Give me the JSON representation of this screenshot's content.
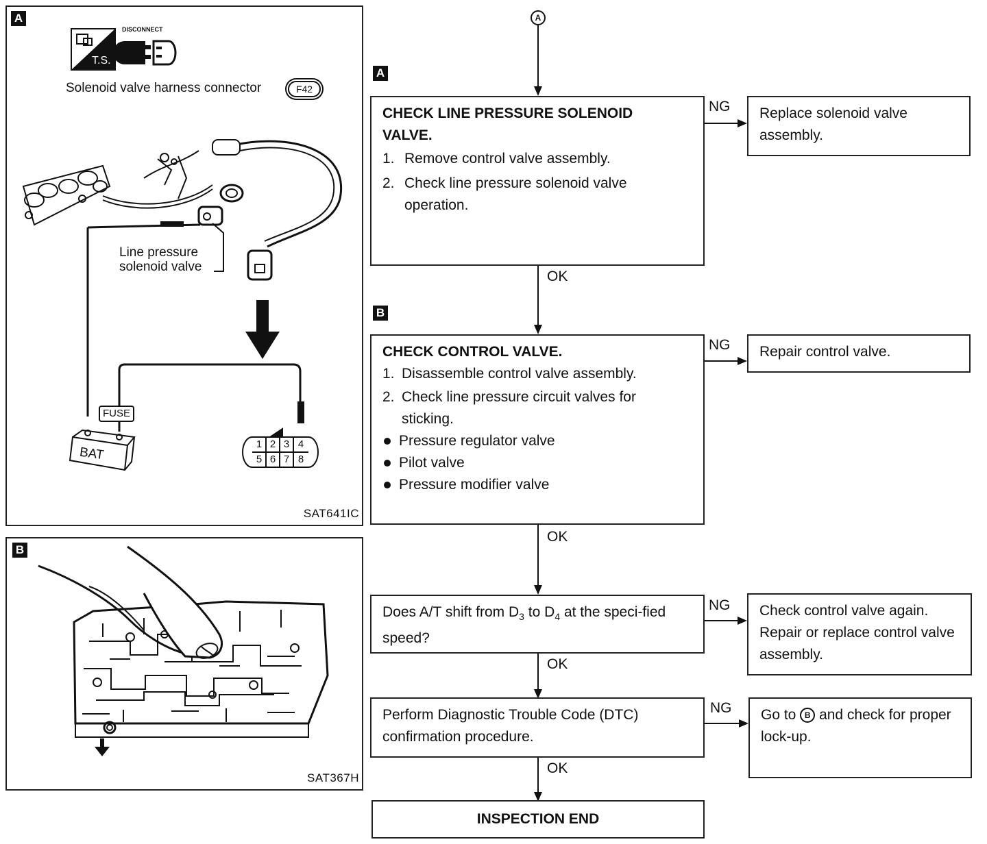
{
  "connector_symbol": "A",
  "panel_a": {
    "tag": "A",
    "ts_label": "T.S.",
    "disconnect_label": "DISCONNECT",
    "harness_label": "Solenoid valve harness connector",
    "connector_id": "F42",
    "valve_label_line1": "Line pressure",
    "valve_label_line2": "solenoid valve",
    "fuse_label": "FUSE",
    "battery_label": "BAT",
    "pins_top": [
      "1",
      "2",
      "3",
      "4"
    ],
    "pins_bottom": [
      "5",
      "6",
      "7",
      "8"
    ],
    "figure_code": "SAT641IC"
  },
  "panel_b": {
    "tag": "B",
    "figure_code": "SAT367H"
  },
  "flow": {
    "step_a_tag": "A",
    "step_a_title_line1": "CHECK LINE PRESSURE SOLENOID",
    "step_a_title_line2": "VALVE.",
    "step_a_items": [
      {
        "num": "1.",
        "text": "Remove control valve assembly."
      },
      {
        "num": "2.",
        "text": "Check line pressure solenoid valve operation."
      }
    ],
    "step_a_ng_result": "Replace solenoid valve assembly.",
    "step_b_tag": "B",
    "step_b_title": "CHECK CONTROL VALVE.",
    "step_b_items": [
      {
        "num": "1.",
        "text": "Disassemble control valve assembly."
      },
      {
        "num": "2.",
        "text": "Check line pressure circuit valves for sticking."
      }
    ],
    "step_b_bullets": [
      "Pressure regulator valve",
      "Pilot valve",
      "Pressure modifier valve"
    ],
    "step_b_ng_result": "Repair control valve.",
    "step_c_pre": "Does A/T shift from D",
    "step_c_sub1": "3",
    "step_c_mid": " to D",
    "step_c_sub2": "4",
    "step_c_post": " at the speci-fied speed?",
    "step_c_ng_result": "Check control valve again. Repair or replace control valve assembly.",
    "step_d_text": "Perform Diagnostic Trouble Code (DTC) confirmation procedure.",
    "step_d_ng_result_pre": "Go to",
    "step_d_ng_result_symbol": "B",
    "step_d_ng_result_post": "and check for proper lock-up.",
    "end_label": "INSPECTION END",
    "ok_label": "OK",
    "ng_label": "NG"
  }
}
